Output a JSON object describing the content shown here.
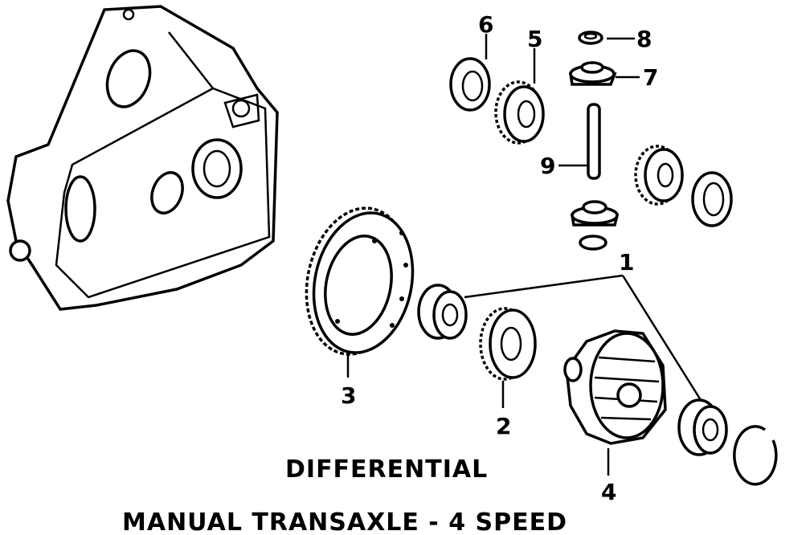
{
  "diagram": {
    "title": "DIFFERENTIAL",
    "subtitle": "MANUAL TRANSAXLE - 4 SPEED",
    "callouts": {
      "c1": "1",
      "c2": "2",
      "c3": "3",
      "c4": "4",
      "c5": "5",
      "c6": "6",
      "c7": "7",
      "c8": "8",
      "c9": "9"
    }
  },
  "colors": {
    "ink": "#000000",
    "paper": "#ffffff"
  }
}
